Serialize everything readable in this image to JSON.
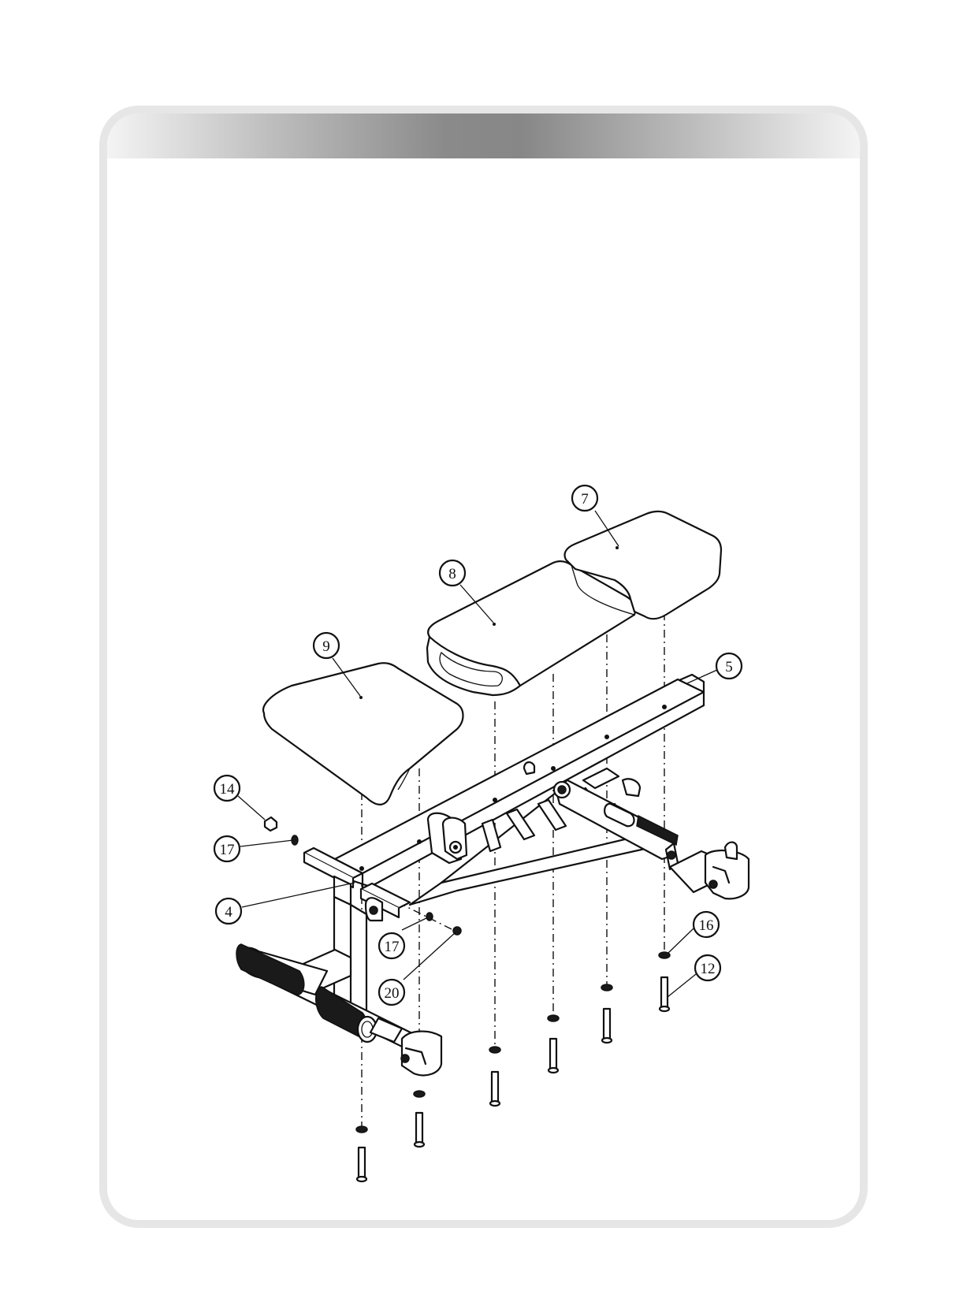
{
  "callouts": {
    "c7": "7",
    "c8": "8",
    "c9": "9",
    "c5": "5",
    "c14": "14",
    "c17a": "17",
    "c4": "4",
    "c17b": "17",
    "c20": "20",
    "c16": "16",
    "c12": "12"
  },
  "colors": {
    "frame_border": "#e6e6e6",
    "header_bar_mid": "#878787",
    "line": "#111111"
  }
}
